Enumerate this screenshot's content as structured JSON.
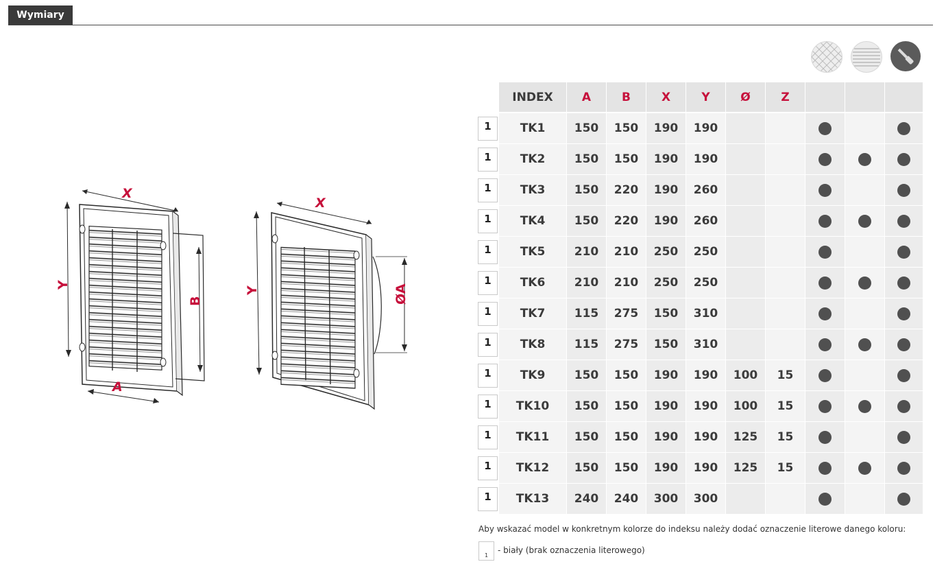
{
  "header": {
    "title": "Wymiary"
  },
  "drawing": {
    "left": {
      "labels": {
        "x": "X",
        "y": "Y",
        "a": "A",
        "b": "B"
      }
    },
    "right": {
      "labels": {
        "x": "X",
        "y": "Y",
        "diameter": "ØA"
      }
    }
  },
  "icons": [
    "mesh-icon",
    "louver-icon",
    "screwdriver-icon"
  ],
  "table": {
    "headers": [
      "",
      "INDEX",
      "A",
      "B",
      "X",
      "Y",
      "Ø",
      "Z",
      "",
      "",
      ""
    ],
    "rows": [
      {
        "qty": "1",
        "index": "TK1",
        "a": "150",
        "b": "150",
        "x": "190",
        "y": "190",
        "d": "",
        "z": "",
        "f1": true,
        "f2": false,
        "f3": true
      },
      {
        "qty": "1",
        "index": "TK2",
        "a": "150",
        "b": "150",
        "x": "190",
        "y": "190",
        "d": "",
        "z": "",
        "f1": true,
        "f2": true,
        "f3": true
      },
      {
        "qty": "1",
        "index": "TK3",
        "a": "150",
        "b": "220",
        "x": "190",
        "y": "260",
        "d": "",
        "z": "",
        "f1": true,
        "f2": false,
        "f3": true
      },
      {
        "qty": "1",
        "index": "TK4",
        "a": "150",
        "b": "220",
        "x": "190",
        "y": "260",
        "d": "",
        "z": "",
        "f1": true,
        "f2": true,
        "f3": true
      },
      {
        "qty": "1",
        "index": "TK5",
        "a": "210",
        "b": "210",
        "x": "250",
        "y": "250",
        "d": "",
        "z": "",
        "f1": true,
        "f2": false,
        "f3": true
      },
      {
        "qty": "1",
        "index": "TK6",
        "a": "210",
        "b": "210",
        "x": "250",
        "y": "250",
        "d": "",
        "z": "",
        "f1": true,
        "f2": true,
        "f3": true
      },
      {
        "qty": "1",
        "index": "TK7",
        "a": "115",
        "b": "275",
        "x": "150",
        "y": "310",
        "d": "",
        "z": "",
        "f1": true,
        "f2": false,
        "f3": true
      },
      {
        "qty": "1",
        "index": "TK8",
        "a": "115",
        "b": "275",
        "x": "150",
        "y": "310",
        "d": "",
        "z": "",
        "f1": true,
        "f2": true,
        "f3": true
      },
      {
        "qty": "1",
        "index": "TK9",
        "a": "150",
        "b": "150",
        "x": "190",
        "y": "190",
        "d": "100",
        "z": "15",
        "f1": true,
        "f2": false,
        "f3": true
      },
      {
        "qty": "1",
        "index": "TK10",
        "a": "150",
        "b": "150",
        "x": "190",
        "y": "190",
        "d": "100",
        "z": "15",
        "f1": true,
        "f2": true,
        "f3": true
      },
      {
        "qty": "1",
        "index": "TK11",
        "a": "150",
        "b": "150",
        "x": "190",
        "y": "190",
        "d": "125",
        "z": "15",
        "f1": true,
        "f2": false,
        "f3": true
      },
      {
        "qty": "1",
        "index": "TK12",
        "a": "150",
        "b": "150",
        "x": "190",
        "y": "190",
        "d": "125",
        "z": "15",
        "f1": true,
        "f2": true,
        "f3": true
      },
      {
        "qty": "1",
        "index": "TK13",
        "a": "240",
        "b": "240",
        "x": "300",
        "y": "300",
        "d": "",
        "z": "",
        "f1": true,
        "f2": false,
        "f3": true
      }
    ]
  },
  "note": "Aby wskazać model w konkretnym kolorze do indeksu należy dodać oznaczenie literowe danego koloru:",
  "color_legend": {
    "swatch_mark": "1",
    "label": "- biały (brak oznaczenia literowego)"
  },
  "colors": {
    "accent_red": "#c6103b",
    "dot": "#505050",
    "header_bg": "#3a3a3a"
  }
}
